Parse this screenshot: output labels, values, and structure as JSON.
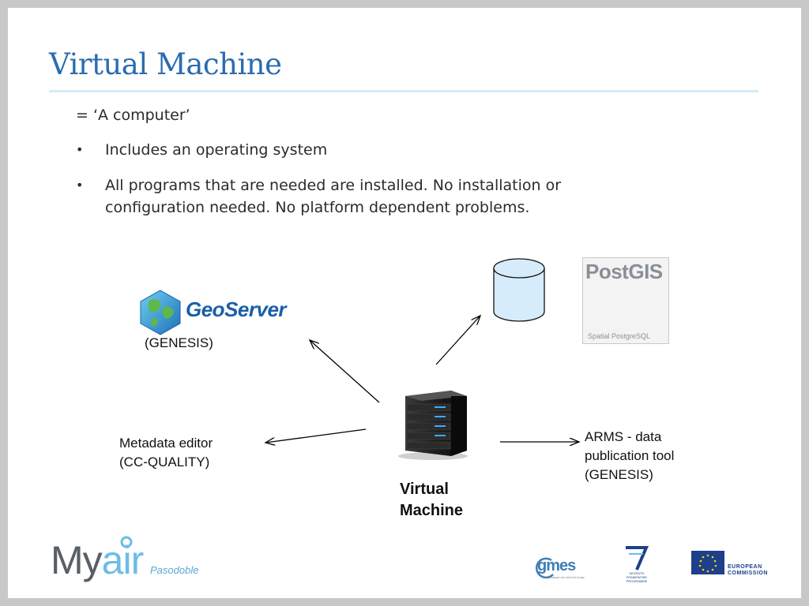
{
  "slide": {
    "title": "Virtual Machine",
    "intro": "= ‘A computer’",
    "bullets": [
      {
        "marker": "•",
        "lines": [
          "Includes an operating system"
        ]
      },
      {
        "marker": "•",
        "lines": [
          "All programs that are needed are installed. No installation or",
          "configuration needed. No platform dependent problems."
        ]
      }
    ]
  },
  "diagram": {
    "center": {
      "label_line1": "Virtual",
      "label_line2": "Machine",
      "icon": "server-icon"
    },
    "nodes": {
      "geoserver": {
        "logo_text": "GeoServer",
        "caption": "(GENESIS)",
        "icon": "globe-icon"
      },
      "database": {
        "icon": "database-cylinder-icon"
      },
      "postgis": {
        "logo_text": "PostGIS",
        "subtitle": "Spatial PostgreSQL",
        "icon": "elephant-icon"
      },
      "metadata": {
        "line1": "Metadata editor",
        "line2": "(CC-QUALITY)"
      },
      "arms": {
        "line1": "ARMS  - data",
        "line2": "publication tool",
        "line3": "(GENESIS)"
      }
    },
    "arrow_color": "#000000"
  },
  "footer": {
    "myair_my": "My",
    "myair_air": "air",
    "pasodoble": "Pasodoble",
    "gmes": "gmes",
    "gmes_tagline": "Because we need to know",
    "fp7_caption": "SEVENTH FRAMEWORK PROGRAMME",
    "eu_line1": "EUROPEAN",
    "eu_line2": "COMMISSION"
  },
  "colors": {
    "title": "#2a6cb0",
    "rule": "#d4ebfa",
    "database_fill": "#d6ecfb",
    "eu_blue": "#1e3f8a",
    "eu_star": "#f4d000"
  }
}
